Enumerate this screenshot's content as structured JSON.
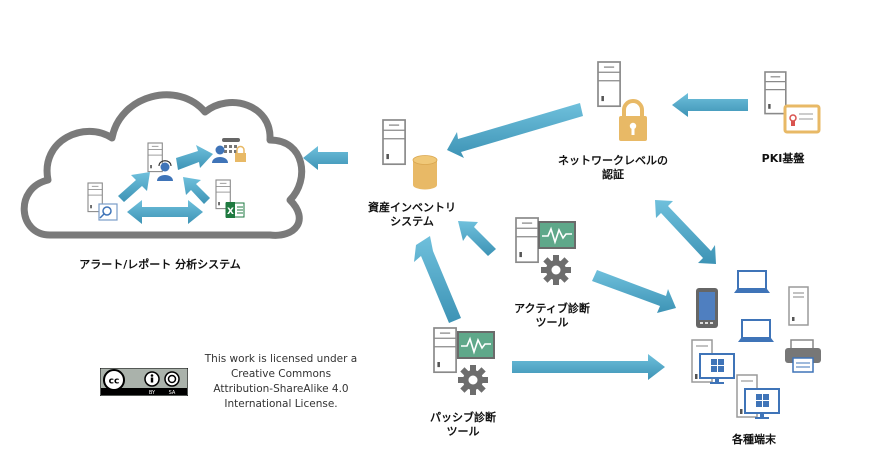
{
  "nodes": {
    "alert_system": {
      "label": "アラート/レポート 分析システム"
    },
    "asset_inventory": {
      "line1": "資産インベントリ",
      "line2": "システム"
    },
    "network_auth": {
      "line1": "ネットワークレベルの",
      "line2": "認証"
    },
    "pki": {
      "label": "PKI基盤"
    },
    "active_diag": {
      "line1": "アクティブ診断",
      "line2": "ツール"
    },
    "passive_diag": {
      "line1": "パッシブ診断",
      "line2": "ツール"
    },
    "endpoints": {
      "label": "各種端末"
    }
  },
  "license": {
    "line1": "This work is licensed under a",
    "line2": "Creative Commons",
    "line3": "Attribution-ShareAlike 4.0",
    "line4": "International License.",
    "badge_cc": "cc",
    "badge_by": "BY",
    "badge_sa": "SA"
  },
  "colors": {
    "arrow": "#4aa3c4",
    "server_line": "#8a8a8a",
    "gold": "#e8b966",
    "monitor_green": "#5fa88a",
    "device_blue": "#3f74b8",
    "cloud": "#7a7a7a",
    "gear": "#6d6d6d",
    "excel": "#1f7a40"
  }
}
